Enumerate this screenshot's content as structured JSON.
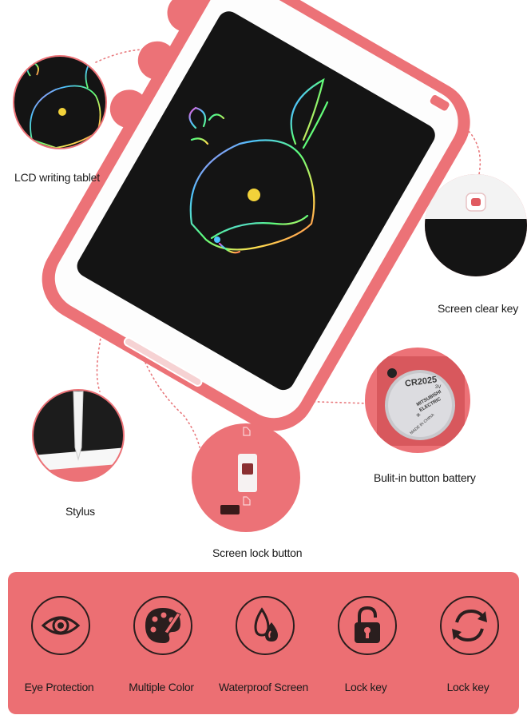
{
  "callouts": {
    "lcd": "LCD writing tablet",
    "clear": "Screen clear key",
    "stylus": "Stylus",
    "battery": "Bulit-in button battery",
    "lock": "Screen lock button"
  },
  "battery_text": {
    "model": "CR2025",
    "brand_line1": "MITSUBISHI",
    "brand_line2": "ELECTRIC",
    "origin": "MADE IN CHINA",
    "volt": "3V",
    "plus": "+"
  },
  "features": [
    {
      "label": "Eye Protection",
      "icon": "eye-icon"
    },
    {
      "label": "Multiple Color",
      "icon": "palette-icon"
    },
    {
      "label": "Waterproof Screen",
      "icon": "water-drops-icon"
    },
    {
      "label": "Lock key",
      "icon": "padlock-icon"
    },
    {
      "label": "Lock key",
      "icon": "refresh-arrows-icon"
    }
  ],
  "colors": {
    "device_pink": "#ec7277",
    "band_pink": "#ec6f73",
    "screen": "#141414",
    "frame": "#fdfdfd"
  }
}
